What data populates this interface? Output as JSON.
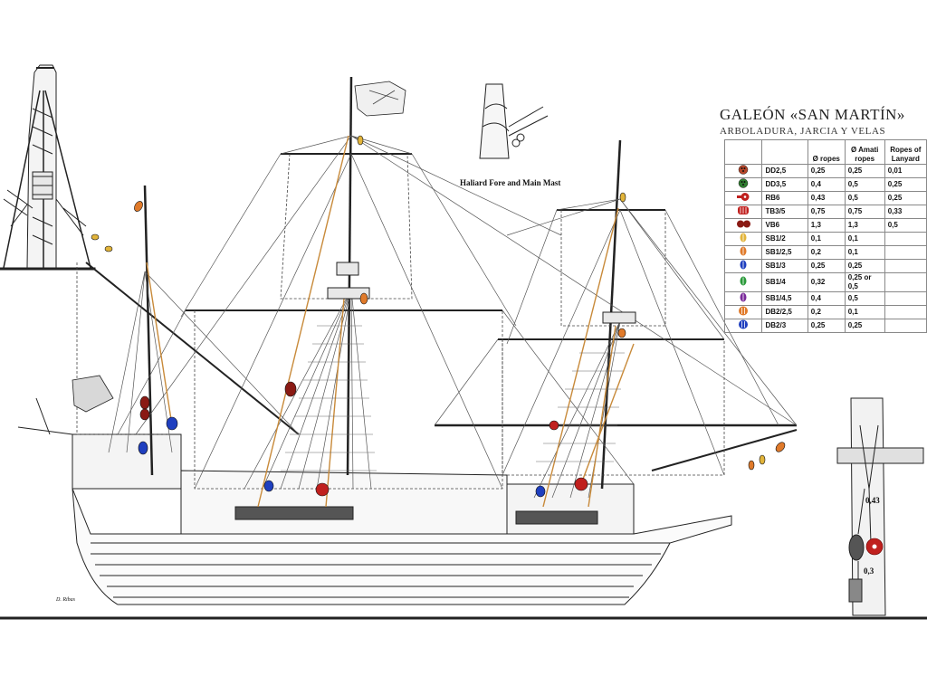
{
  "title": "GALEÓN «SAN MARTÍN»",
  "subtitle": "ARBOLADURA, JARCIA Y VELAS",
  "detail_caption": "Haliard Fore and Main Mast",
  "legend": {
    "headers": [
      "",
      "",
      "Ø ropes",
      "Ø Amati ropes",
      "Ropes of Lanyard"
    ],
    "rows": [
      {
        "code": "DD2,5",
        "ropes": "0,25",
        "amati": "0,25",
        "lanyard": "0,01",
        "icon": "deadeye-brown-icon",
        "color": "#b5462a"
      },
      {
        "code": "DD3,5",
        "ropes": "0,4",
        "amati": "0,5",
        "lanyard": "0,25",
        "icon": "deadeye-green-icon",
        "color": "#2f7d2f"
      },
      {
        "code": "RB6",
        "ropes": "0,43",
        "amati": "0,5",
        "lanyard": "0,25",
        "icon": "block-red-icon",
        "color": "#c0201e"
      },
      {
        "code": "TB3/5",
        "ropes": "0,75",
        "amati": "0,75",
        "lanyard": "0,33",
        "icon": "triple-block-red-icon",
        "color": "#c0201e"
      },
      {
        "code": "VB6",
        "ropes": "1,3",
        "amati": "1,3",
        "lanyard": "0,5",
        "icon": "violin-block-icon",
        "color": "#8a1a14"
      },
      {
        "code": "SB1/2",
        "ropes": "0,1",
        "amati": "0,1",
        "lanyard": "",
        "icon": "block-yellow-icon",
        "color": "#e2b43a"
      },
      {
        "code": "SB1/2,5",
        "ropes": "0,2",
        "amati": "0,1",
        "lanyard": "",
        "icon": "block-orange-icon",
        "color": "#e07a2a"
      },
      {
        "code": "SB1/3",
        "ropes": "0,25",
        "amati": "0,25",
        "lanyard": "",
        "icon": "block-blue-icon",
        "color": "#1f3fbf"
      },
      {
        "code": "SB1/4",
        "ropes": "0,32",
        "amati": "0,25 or 0,5",
        "lanyard": "",
        "icon": "block-green-icon",
        "color": "#2a9a3a"
      },
      {
        "code": "SB1/4,5",
        "ropes": "0,4",
        "amati": "0,5",
        "lanyard": "",
        "icon": "block-purple-icon",
        "color": "#7a2a9a"
      },
      {
        "code": "DB2/2,5",
        "ropes": "0,2",
        "amati": "0,1",
        "lanyard": "",
        "icon": "double-block-orange-icon",
        "color": "#e07a2a"
      },
      {
        "code": "DB2/3",
        "ropes": "0,25",
        "amati": "0,25",
        "lanyard": "",
        "icon": "double-block-blue-icon",
        "color": "#1f3fbf"
      }
    ]
  },
  "detail_values": [
    "0,43",
    "0,3"
  ],
  "signature": "D. Ribas",
  "colors": {
    "line": "#333333",
    "rope": "#c88a3a",
    "red": "#c0201e",
    "blue": "#1f3fbf",
    "yellow": "#e2b43a",
    "orange": "#e07a2a"
  }
}
